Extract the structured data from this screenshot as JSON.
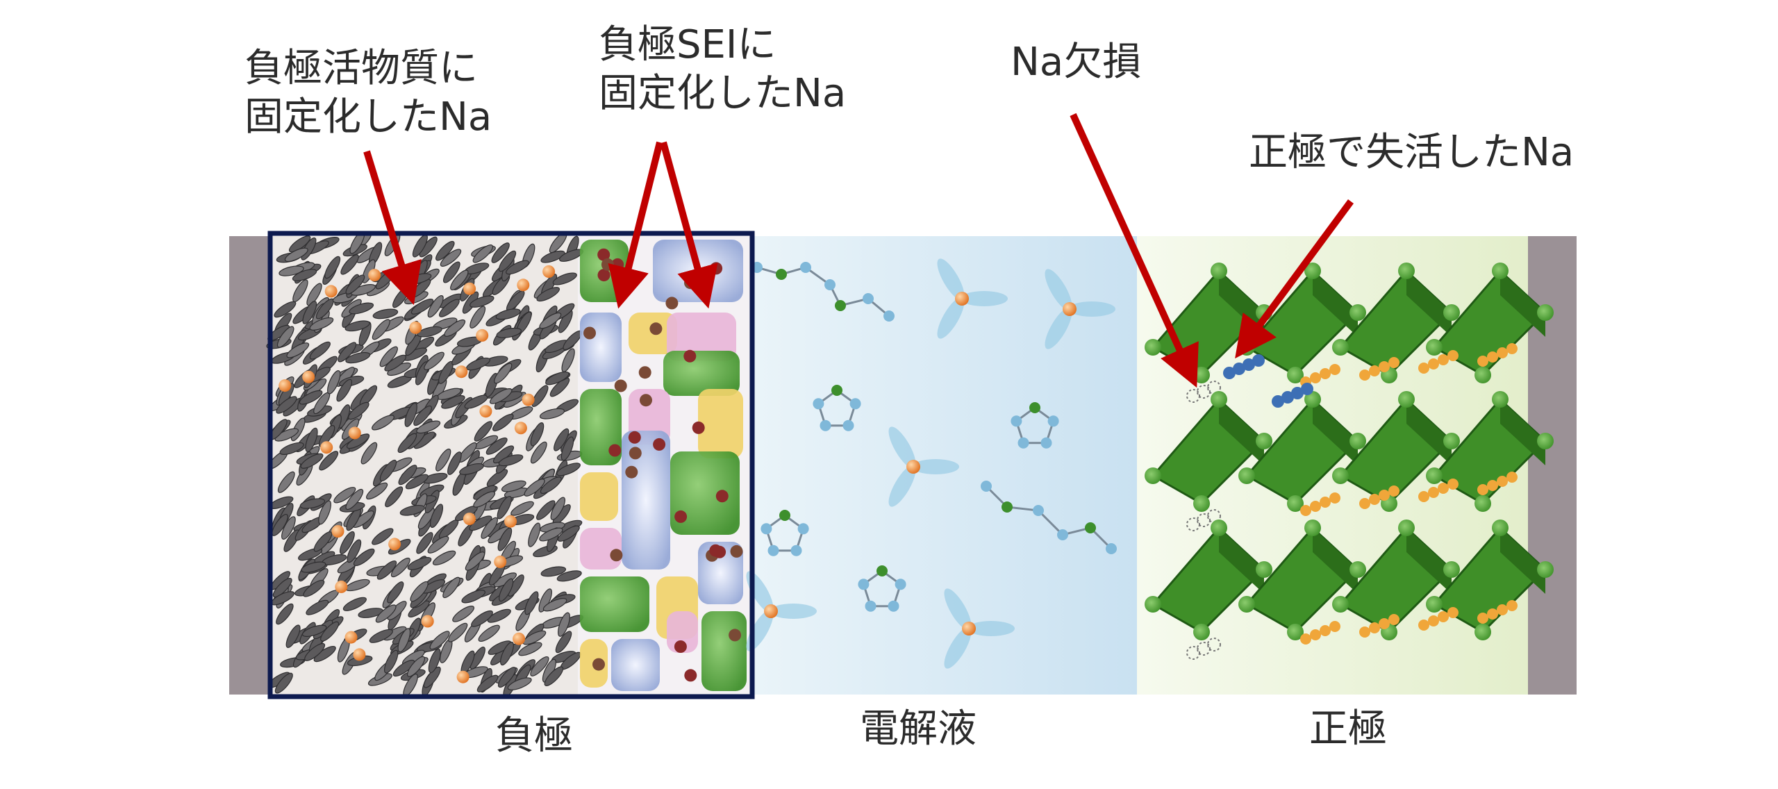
{
  "labels": {
    "anode_active_na": [
      "負極活物質に",
      "固定化したNa"
    ],
    "anode_sei_na": [
      "負極SEIに",
      "固定化したNa"
    ],
    "na_vacancy": "Na欠損",
    "cathode_inactive_na": "正極で失活したNa"
  },
  "regions": {
    "anode": "負極",
    "electrolyte": "電解液",
    "cathode": "正極"
  },
  "colors": {
    "arrow": "#c00000",
    "anode_frame": "#0d1a4f",
    "collector": "#9b9196",
    "electrolyte_bg": "#dcecf6",
    "cathode_bg": "#eef5dc",
    "graphite": "#5c5a5c",
    "sodium": "#f28c3a",
    "cathode_green": "#3f8f28"
  }
}
